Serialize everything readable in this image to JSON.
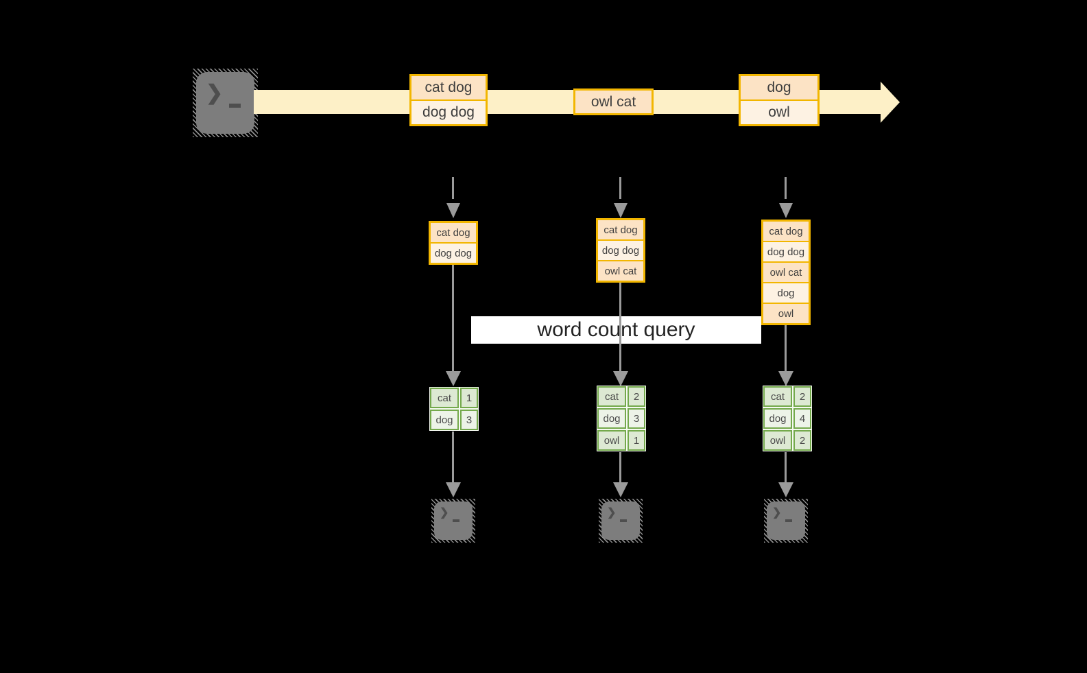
{
  "query_label": "word count query",
  "stream": {
    "boxes": [
      {
        "rows": [
          "cat dog",
          "dog dog"
        ]
      },
      {
        "rows": [
          "owl cat"
        ]
      },
      {
        "rows": [
          "dog",
          "owl"
        ]
      }
    ]
  },
  "columns": [
    {
      "batch_rows": [
        "cat dog",
        "dog dog"
      ],
      "counts": [
        {
          "word": "cat",
          "value": "1"
        },
        {
          "word": "dog",
          "value": "3"
        }
      ]
    },
    {
      "batch_rows": [
        "cat dog",
        "dog dog",
        "owl cat"
      ],
      "counts": [
        {
          "word": "cat",
          "value": "2"
        },
        {
          "word": "dog",
          "value": "3"
        },
        {
          "word": "owl",
          "value": "1"
        }
      ]
    },
    {
      "batch_rows": [
        "cat dog",
        "dog dog",
        "owl cat",
        "dog",
        "owl"
      ],
      "counts": [
        {
          "word": "cat",
          "value": "2"
        },
        {
          "word": "dog",
          "value": "4"
        },
        {
          "word": "owl",
          "value": "2"
        }
      ]
    }
  ],
  "icons": {
    "terminal_prompt": "❯"
  },
  "colors": {
    "accent_gold": "#f2b600",
    "peach_fill": "#fce3c5",
    "cream_fill": "#fdf2e3",
    "stream_fill": "#fdf0c7",
    "green_border": "#74a94c",
    "green_fill_dark": "#dde9d3",
    "green_fill_light": "#edf3e8",
    "arrow_gray": "#9b9b9b",
    "background": "#000000"
  }
}
